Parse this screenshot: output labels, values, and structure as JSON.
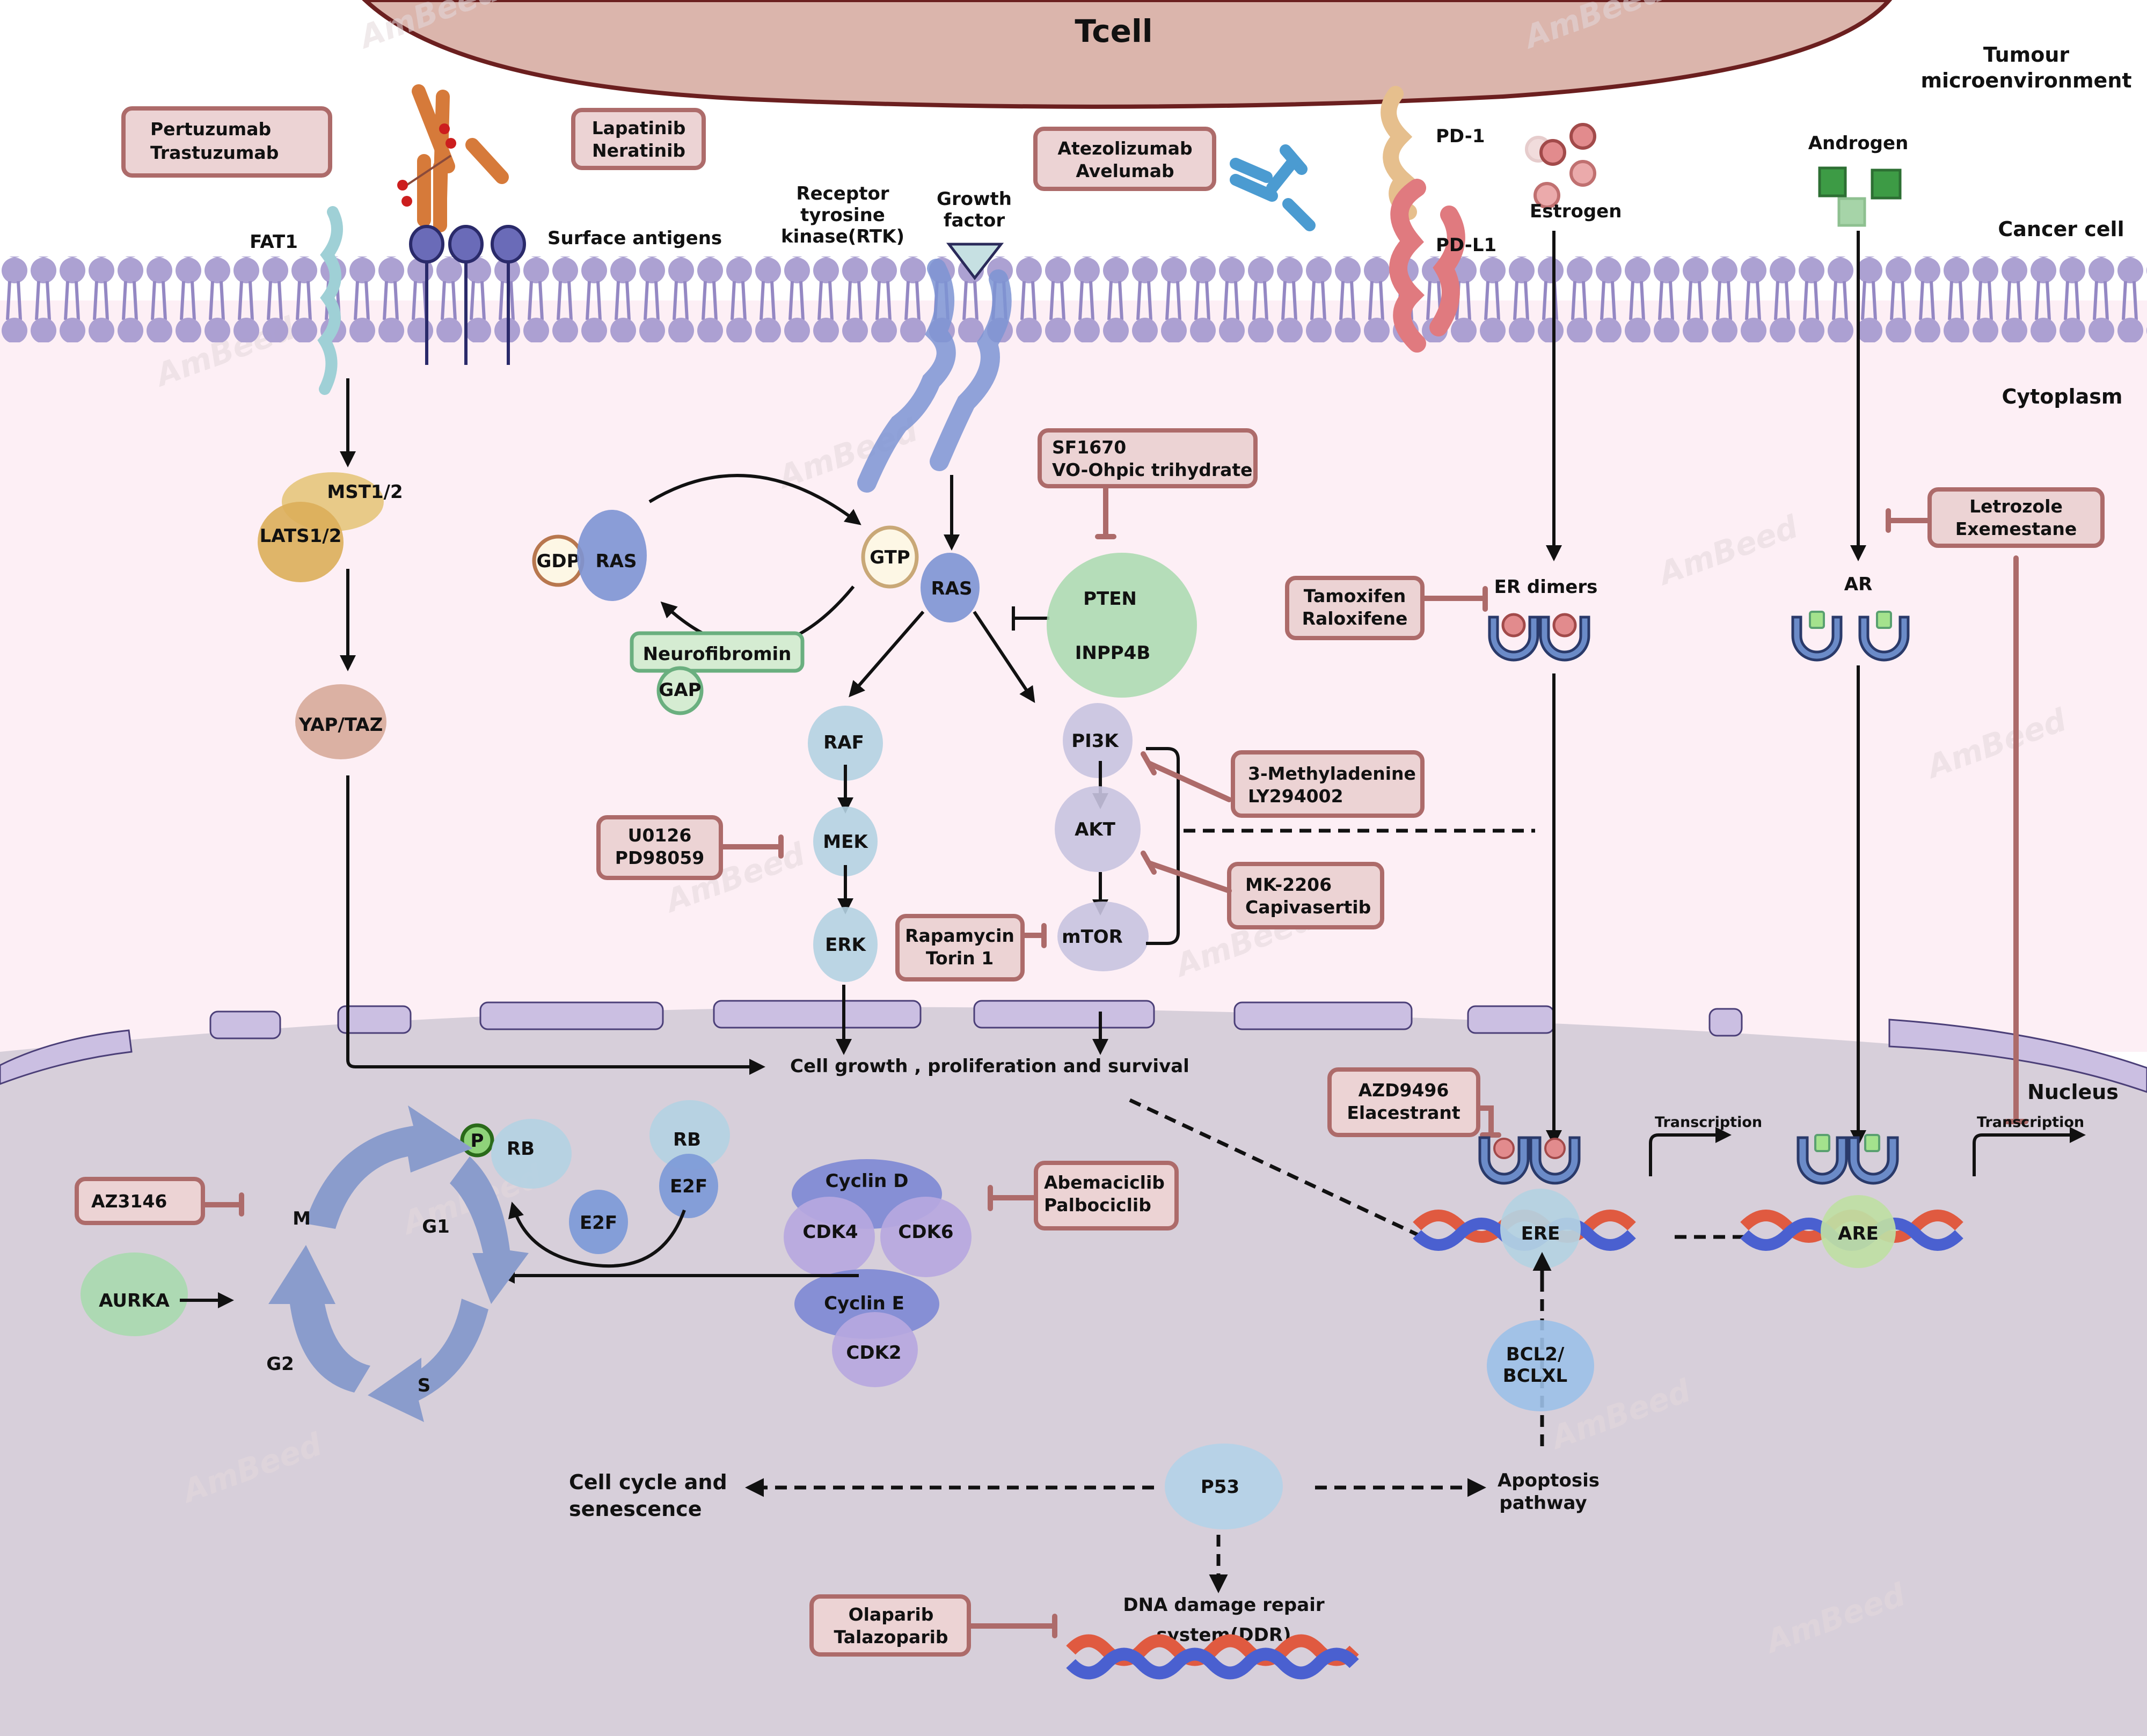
{
  "regions": {
    "tcell": "Tcell",
    "tumour_micro_1": "Tumour",
    "tumour_micro_2": "microenvironment",
    "cancer_cell": "Cancer cell",
    "cytoplasm": "Cytoplasm",
    "nucleus": "Nucleus"
  },
  "colors": {
    "drug_fill": "#ecd3d4",
    "drug_stroke": "#ad6b6a",
    "tcell_fill": "#dbb5ac",
    "tcell_stroke": "#6b1f1f",
    "membrane": "#a69ad0",
    "cytoplasm_bg": "#fdeff5",
    "nucleus_bg": "#d7cfda",
    "receptor_blue": "#6b8bc8",
    "estrogen_red": "#e28b8d",
    "androgen_green": "#3d9b45",
    "ar_ligand": "#a4e28d"
  },
  "drugs": {
    "her2_mab": [
      "Pertuzumab",
      "Trastuzumab"
    ],
    "her2_tki": [
      "Lapatinib",
      "Neratinib"
    ],
    "pdl1": [
      "Atezolizumab",
      "Avelumab"
    ],
    "pten": [
      "SF1670",
      "VO-Ohpic trihydrate"
    ],
    "er": [
      "Tamoxifen",
      "Raloxifene"
    ],
    "aromatase": [
      "Letrozole",
      "Exemestane"
    ],
    "mek": [
      "U0126",
      "PD98059"
    ],
    "pi3k": [
      "3-Methyladenine",
      "LY294002"
    ],
    "akt": [
      "MK-2206",
      "Capivasertib"
    ],
    "mtor": [
      "Rapamycin",
      "Torin 1"
    ],
    "serd": [
      "AZD9496",
      "Elacestrant"
    ],
    "cdk46": [
      "Abemaciclib",
      "Palbociclib"
    ],
    "aurka": [
      "AZ3146"
    ],
    "parp": [
      "Olaparib",
      "Talazoparib"
    ]
  },
  "labels": {
    "fat1": "FAT1",
    "surface_antigens": "Surface antigens",
    "rtk": [
      "Receptor",
      "tyrosine",
      "kinase(RTK)"
    ],
    "growth_factor": [
      "Growth",
      "factor"
    ],
    "pd1": "PD-1",
    "pdl1": "PD-L1",
    "estrogen": "Estrogen",
    "androgen": "Androgen",
    "mst": "MST1/2",
    "lats": "LATS1/2",
    "yap": "YAP/TAZ",
    "gdp": "GDP",
    "ras_inactive": "RAS",
    "gtp": "GTP",
    "ras_active": "RAS",
    "neurofibromin": "Neurofibromin",
    "gap": "GAP",
    "pten": "PTEN",
    "inpp4b": "INPP4B",
    "raf": "RAF",
    "mek": "MEK",
    "erk": "ERK",
    "pi3k": "PI3K",
    "akt": "AKT",
    "mtor": "mTOR",
    "er_dimers": "ER dimers",
    "ar": "AR",
    "cell_growth": "Cell growth , proliferation and survival",
    "p": "P",
    "rb1": "RB",
    "rb2": "RB",
    "e2f1": "E2F",
    "e2f2": "E2F",
    "cyclin_d": "Cyclin D",
    "cdk4": "CDK4",
    "cdk6": "CDK6",
    "cyclin_e": "Cyclin E",
    "cdk2": "CDK2",
    "aurka": "AURKA",
    "phase_m": "M",
    "phase_g1": "G1",
    "phase_s": "S",
    "phase_g2": "G2",
    "ere": "ERE",
    "are": "ARE",
    "transcription1": "Transcription",
    "transcription2": "Transcription",
    "bcl2": [
      "BCL2/",
      "BCLXL"
    ],
    "p53": "P53",
    "cell_cycle": [
      "Cell cycle and",
      "senescence"
    ],
    "apoptosis": [
      "Apoptosis",
      "pathway"
    ],
    "ddr": [
      "DNA damage repair",
      "system(DDR)"
    ]
  },
  "watermark": "AmBeed"
}
